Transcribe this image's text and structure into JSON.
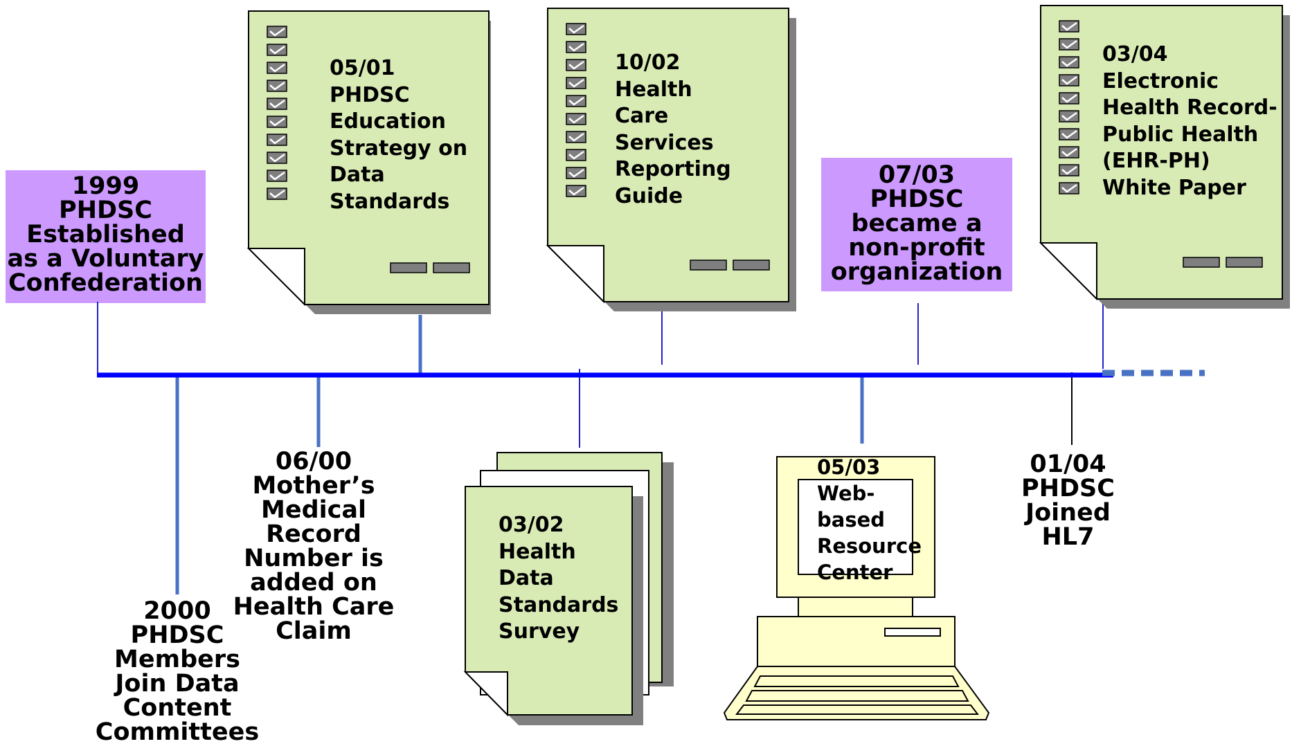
{
  "colors": {
    "timeline": "#0000ff",
    "connector_thick": "#4a72c4",
    "connector_thin": "#2222cc",
    "purple_box": "#cc99ff",
    "doc_fill": "#d9ebb5",
    "doc_shadow": "#808080",
    "computer_fill": "#ffffcc",
    "checkbox_fill": "#7f7f7f"
  },
  "milestones": {
    "m1999": {
      "lines": [
        "1999",
        "PHDSC",
        "Established",
        "as a Voluntary",
        "Confederation"
      ]
    },
    "m2000": {
      "lines": [
        "2000",
        "PHDSC",
        "Members",
        "Join Data",
        "Content",
        "Committees"
      ]
    },
    "m0600": {
      "lines": [
        "06/00",
        "Mother’s",
        "Medical",
        "Record",
        "Number is",
        "added on",
        "Health Care",
        "Claim"
      ]
    },
    "m0501": {
      "lines": [
        "05/01",
        "PHDSC",
        "Education",
        "Strategy on",
        "Data",
        "Standards"
      ],
      "icon": "document-checklist-icon"
    },
    "m0302": {
      "lines": [
        "03/02",
        "Health",
        "Data",
        "Standards",
        "Survey"
      ],
      "icon": "document-stack-icon"
    },
    "m1002": {
      "lines": [
        "10/02",
        "Health",
        "Care",
        "Services",
        "Reporting",
        "Guide"
      ],
      "icon": "document-checklist-icon"
    },
    "m0503": {
      "lines": [
        "05/03",
        "Web-",
        "based",
        "Resource",
        "Center"
      ],
      "icon": "computer-icon"
    },
    "m0703": {
      "lines": [
        "07/03",
        "PHDSC",
        "became a",
        "non-profit",
        "organization"
      ]
    },
    "m0104": {
      "lines": [
        "01/04",
        "PHDSC",
        "Joined",
        "HL7"
      ]
    },
    "m0304": {
      "lines": [
        "03/04",
        "Electronic",
        "Health Record-",
        "Public Health",
        "(EHR-PH)",
        "White Paper"
      ],
      "icon": "document-checklist-icon"
    }
  }
}
